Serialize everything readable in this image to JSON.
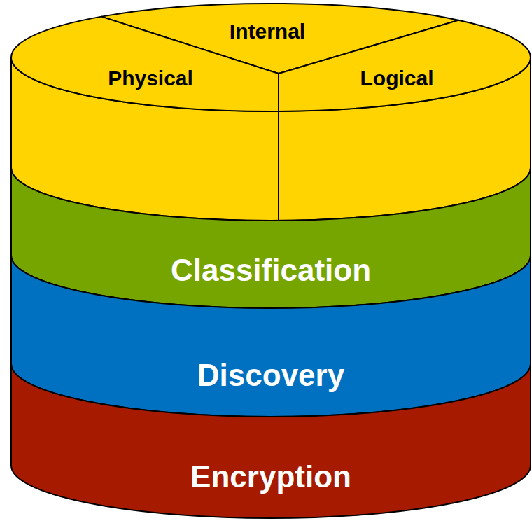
{
  "diagram": {
    "nodes": [
      {
        "text": [
          "Internal"
        ]
      },
      {
        "text": [
          "Physical"
        ]
      },
      {
        "text": [
          "Logical"
        ]
      },
      {
        "text": [
          "Classification"
        ]
      },
      {
        "text": [
          "Discovery"
        ]
      },
      {
        "text": [
          "Encryption"
        ]
      }
    ]
  }
}
